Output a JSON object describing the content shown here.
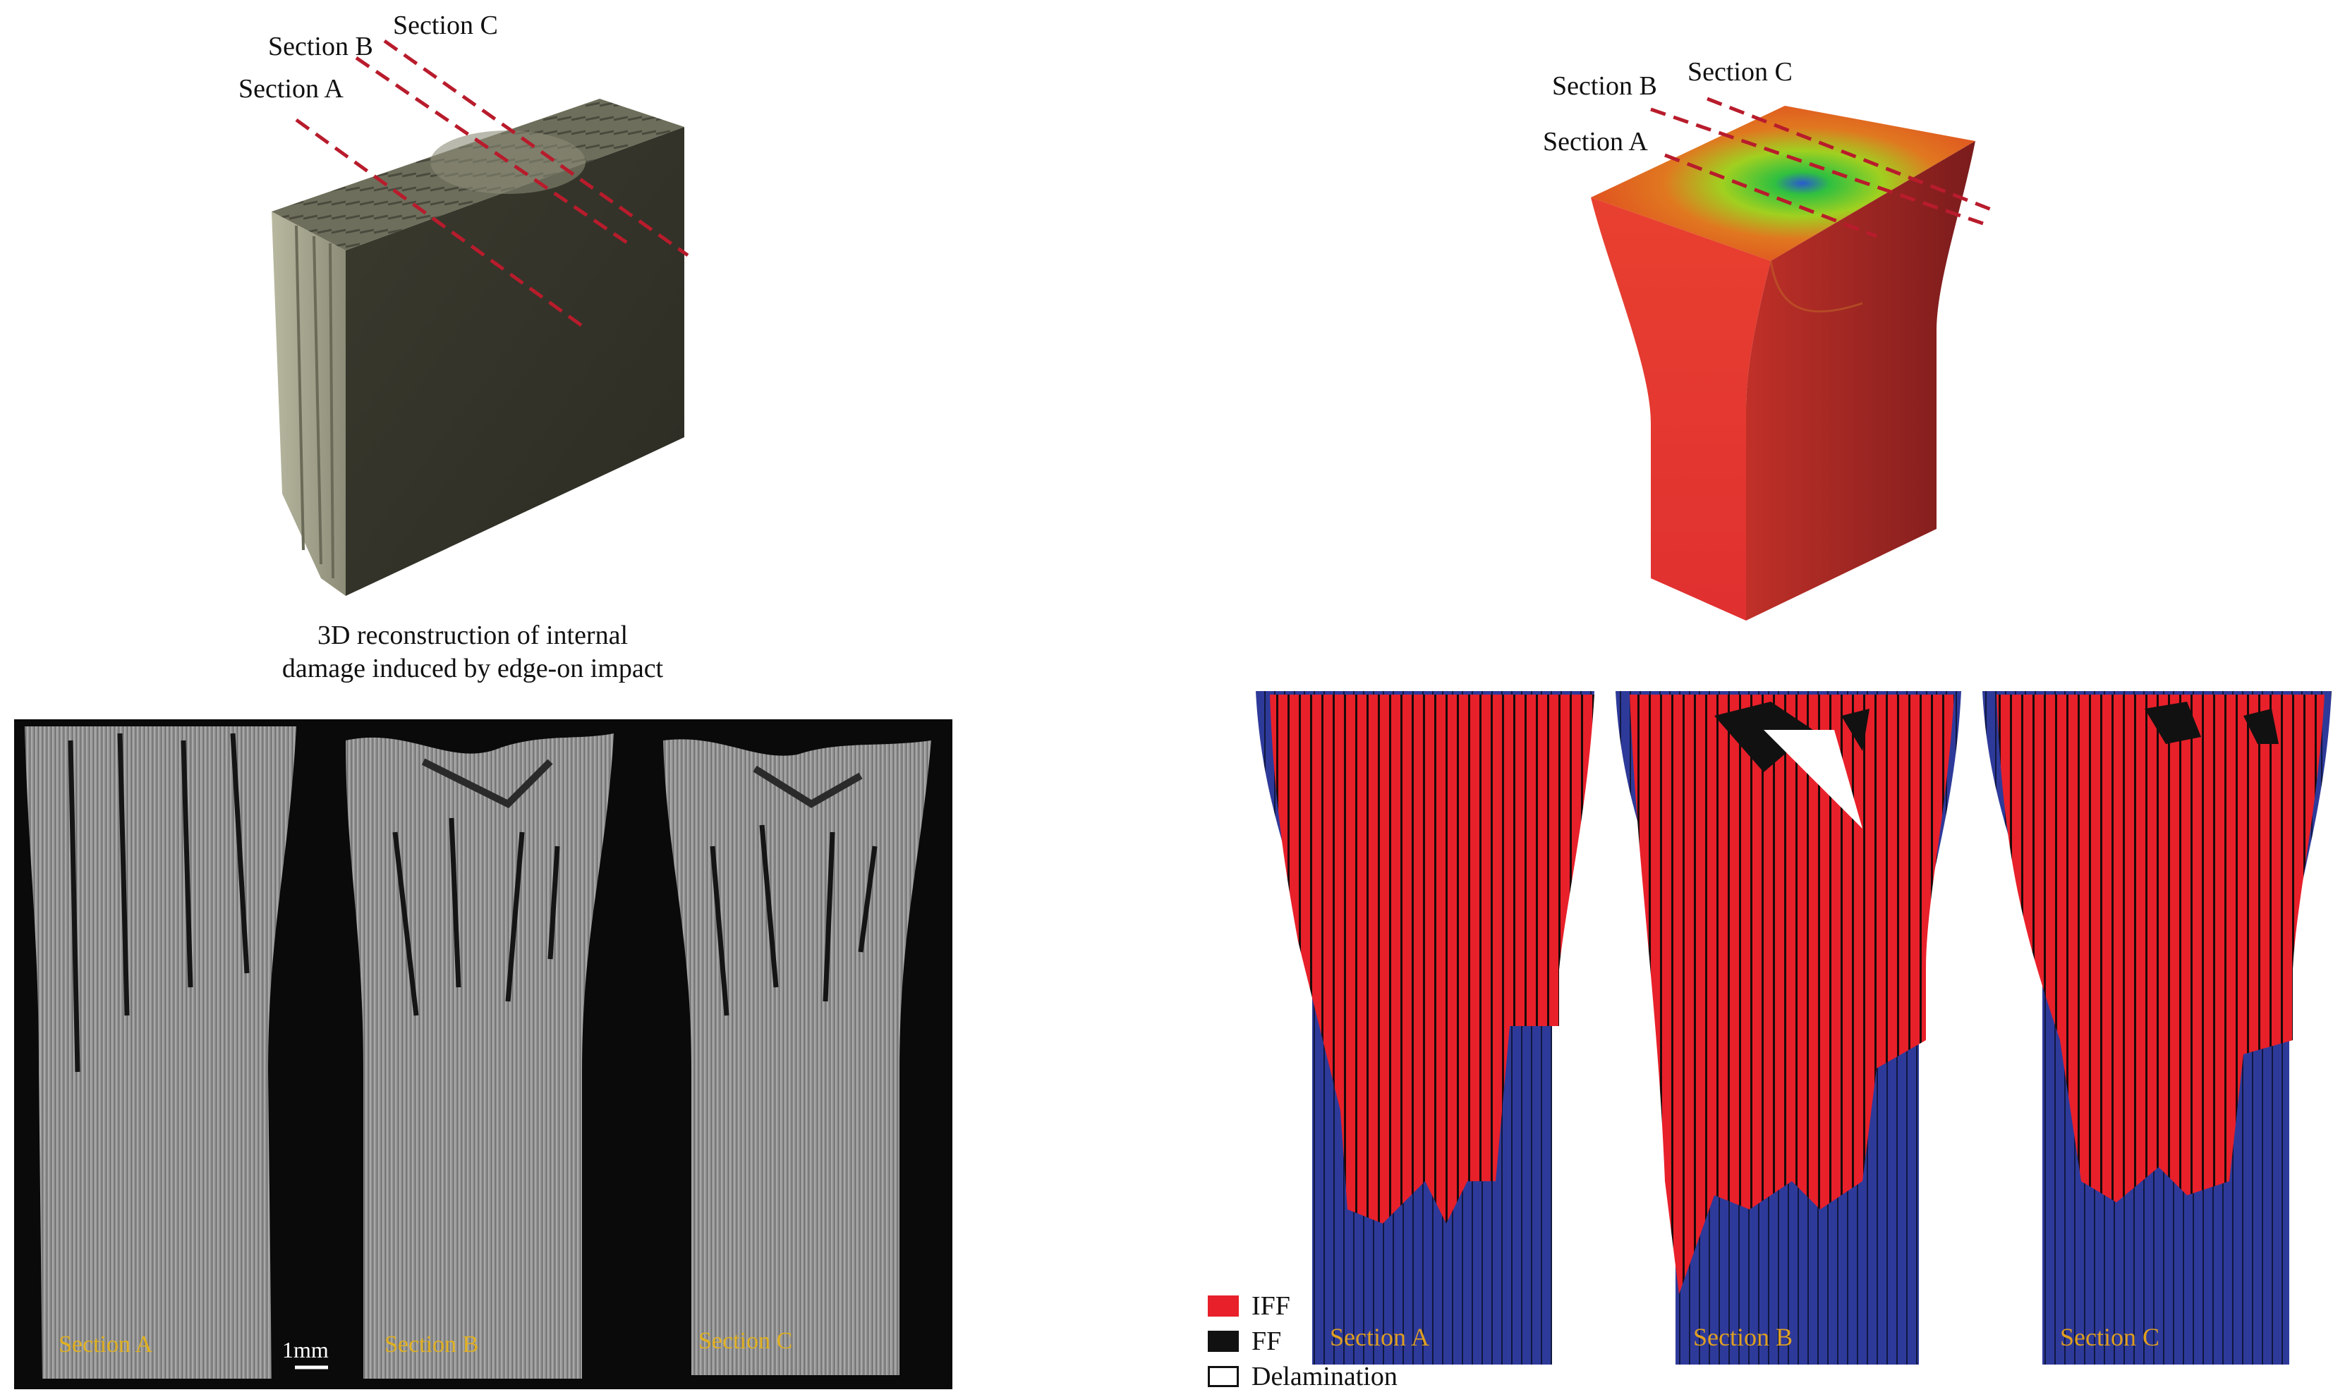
{
  "left_3d": {
    "section_labels": [
      "Section A",
      "Section B",
      "Section C"
    ],
    "caption_line1": "3D reconstruction of internal",
    "caption_line2": "damage induced by edge-on impact"
  },
  "right_3d": {
    "section_labels": [
      "Section A",
      "Section B",
      "Section C"
    ]
  },
  "ct_panel": {
    "labels": [
      "Section A",
      "Section B",
      "Section C"
    ],
    "scale_bar": "1mm"
  },
  "sim_panel": {
    "labels": [
      "Section A",
      "Section B",
      "Section C"
    ]
  },
  "legend": {
    "items": [
      {
        "label": "IFF",
        "color": "#e8202a"
      },
      {
        "label": "FF",
        "color": "#111111"
      },
      {
        "label": "Delamination",
        "color": "#ffffff"
      }
    ]
  },
  "colors": {
    "iff": "#e8202a",
    "ff": "#111111",
    "intact": "#2e3a9a",
    "section_line": "#b81c2c"
  }
}
